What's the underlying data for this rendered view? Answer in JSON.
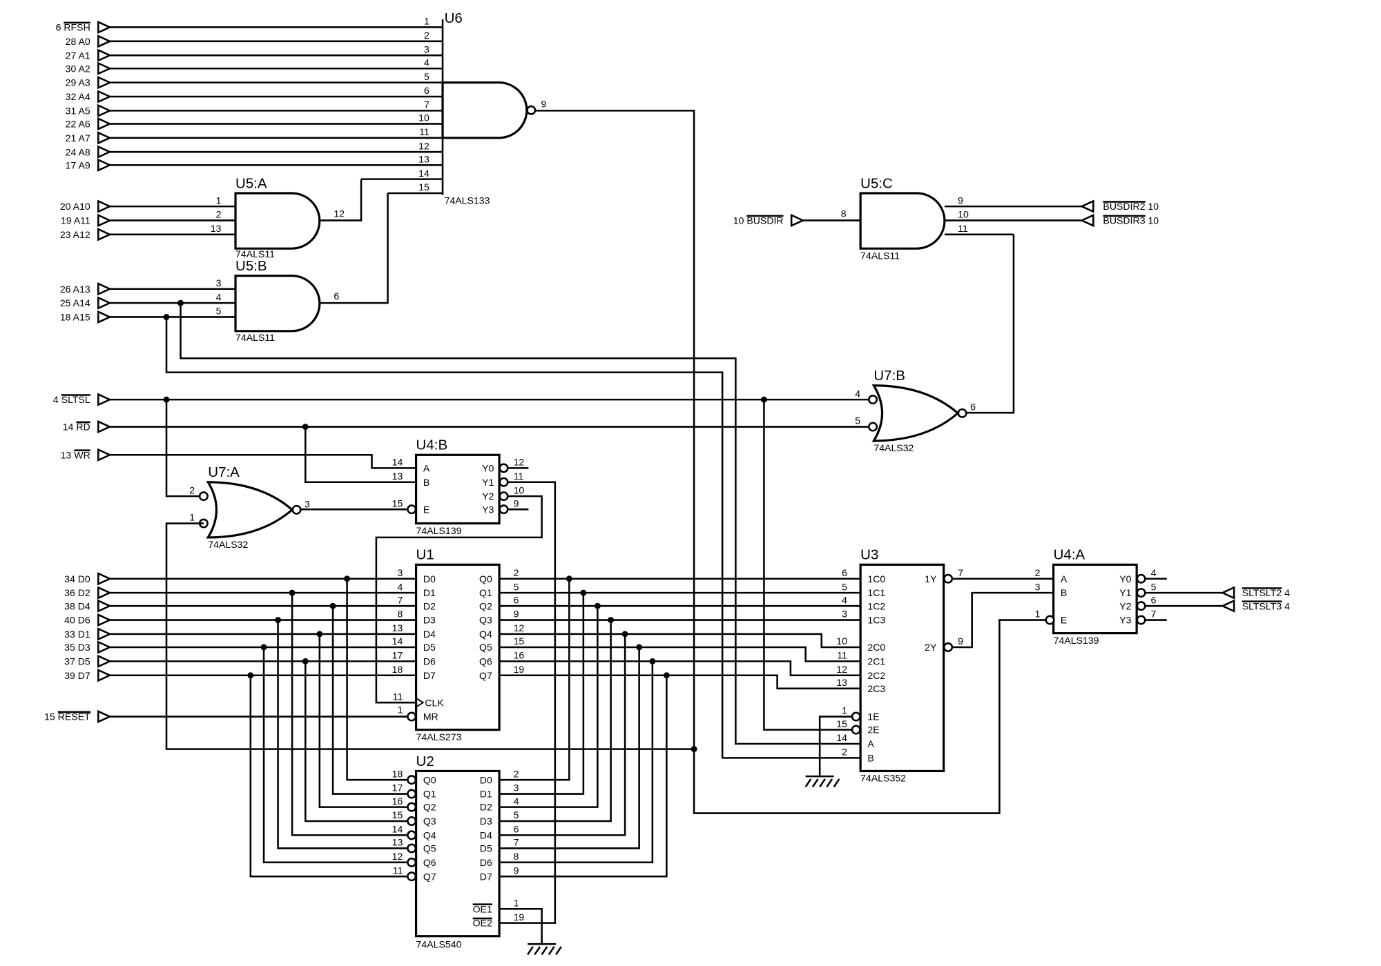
{
  "schematic": {
    "inputs": [
      {
        "pin": "6",
        "name": "RFSH",
        "overbar": true
      },
      {
        "pin": "28",
        "name": "A0",
        "overbar": false
      },
      {
        "pin": "27",
        "name": "A1",
        "overbar": false
      },
      {
        "pin": "30",
        "name": "A2",
        "overbar": false
      },
      {
        "pin": "29",
        "name": "A3",
        "overbar": false
      },
      {
        "pin": "32",
        "name": "A4",
        "overbar": false
      },
      {
        "pin": "31",
        "name": "A5",
        "overbar": false
      },
      {
        "pin": "22",
        "name": "A6",
        "overbar": false
      },
      {
        "pin": "21",
        "name": "A7",
        "overbar": false
      },
      {
        "pin": "24",
        "name": "A8",
        "overbar": false
      },
      {
        "pin": "17",
        "name": "A9",
        "overbar": false
      },
      {
        "pin": "20",
        "name": "A10",
        "overbar": false
      },
      {
        "pin": "19",
        "name": "A11",
        "overbar": false
      },
      {
        "pin": "23",
        "name": "A12",
        "overbar": false
      },
      {
        "pin": "26",
        "name": "A13",
        "overbar": false
      },
      {
        "pin": "25",
        "name": "A14",
        "overbar": false
      },
      {
        "pin": "18",
        "name": "A15",
        "overbar": false
      },
      {
        "pin": "4",
        "name": "SLTSL",
        "overbar": true
      },
      {
        "pin": "14",
        "name": "RD",
        "overbar": true
      },
      {
        "pin": "13",
        "name": "WR",
        "overbar": true
      },
      {
        "pin": "34",
        "name": "D0",
        "overbar": false
      },
      {
        "pin": "36",
        "name": "D2",
        "overbar": false
      },
      {
        "pin": "38",
        "name": "D4",
        "overbar": false
      },
      {
        "pin": "40",
        "name": "D6",
        "overbar": false
      },
      {
        "pin": "33",
        "name": "D1",
        "overbar": false
      },
      {
        "pin": "35",
        "name": "D3",
        "overbar": false
      },
      {
        "pin": "37",
        "name": "D5",
        "overbar": false
      },
      {
        "pin": "39",
        "name": "D7",
        "overbar": false
      },
      {
        "pin": "15",
        "name": "RESET",
        "overbar": true
      }
    ],
    "busdir_in": {
      "pin": "10",
      "name": "BUSDIR"
    },
    "outputs": [
      {
        "name": "BUSDIR2",
        "pin": "10"
      },
      {
        "name": "BUSDIR3",
        "pin": "10"
      },
      {
        "name": "SLTSLT2",
        "pin": "4"
      },
      {
        "name": "SLTSLT3",
        "pin": "4"
      }
    ],
    "u6": {
      "ref": "U6",
      "part": "74ALS133",
      "in_pins": [
        "1",
        "2",
        "3",
        "4",
        "5",
        "6",
        "7",
        "10",
        "11",
        "12",
        "13",
        "14",
        "15"
      ],
      "out_pin": "9"
    },
    "u5a": {
      "ref": "U5:A",
      "part": "74ALS11",
      "in_pins": [
        "1",
        "2",
        "13"
      ],
      "out_pin": "12"
    },
    "u5b": {
      "ref": "U5:B",
      "part": "74ALS11",
      "in_pins": [
        "3",
        "4",
        "5"
      ],
      "out_pin": "6"
    },
    "u5c": {
      "ref": "U5:C",
      "part": "74ALS11",
      "in_pins": [
        "8",
        "9",
        "10",
        "11"
      ]
    },
    "u7b": {
      "ref": "U7:B",
      "part": "74ALS32",
      "in_pins": [
        "4",
        "5"
      ],
      "out_pin": "6"
    },
    "u7a": {
      "ref": "U7:A",
      "part": "74ALS32",
      "in_pins": [
        "2",
        "1"
      ],
      "out_pin": "3"
    },
    "u4b": {
      "ref": "U4:B",
      "part": "74ALS139",
      "left": [
        {
          "pin": "14",
          "label": "A"
        },
        {
          "pin": "13",
          "label": "B"
        },
        {
          "pin": "15",
          "label": "E"
        }
      ],
      "right": [
        {
          "pin": "12",
          "label": "Y0"
        },
        {
          "pin": "11",
          "label": "Y1"
        },
        {
          "pin": "10",
          "label": "Y2"
        },
        {
          "pin": "9",
          "label": "Y3"
        }
      ]
    },
    "u1": {
      "ref": "U1",
      "part": "74ALS273",
      "left": [
        {
          "pin": "3",
          "label": "D0"
        },
        {
          "pin": "4",
          "label": "D1"
        },
        {
          "pin": "7",
          "label": "D2"
        },
        {
          "pin": "8",
          "label": "D3"
        },
        {
          "pin": "13",
          "label": "D4"
        },
        {
          "pin": "14",
          "label": "D5"
        },
        {
          "pin": "17",
          "label": "D6"
        },
        {
          "pin": "18",
          "label": "D7"
        }
      ],
      "clk": {
        "pin": "11",
        "label": "CLK"
      },
      "mr": {
        "pin": "1",
        "label": "MR"
      },
      "right": [
        {
          "pin": "2",
          "label": "Q0"
        },
        {
          "pin": "5",
          "label": "Q1"
        },
        {
          "pin": "6",
          "label": "Q2"
        },
        {
          "pin": "9",
          "label": "Q3"
        },
        {
          "pin": "12",
          "label": "Q4"
        },
        {
          "pin": "15",
          "label": "Q5"
        },
        {
          "pin": "16",
          "label": "Q6"
        },
        {
          "pin": "19",
          "label": "Q7"
        }
      ]
    },
    "u2": {
      "ref": "U2",
      "part": "74ALS540",
      "left": [
        {
          "pin": "18",
          "label": "Q0"
        },
        {
          "pin": "17",
          "label": "Q1"
        },
        {
          "pin": "16",
          "label": "Q2"
        },
        {
          "pin": "15",
          "label": "Q3"
        },
        {
          "pin": "14",
          "label": "Q4"
        },
        {
          "pin": "13",
          "label": "Q5"
        },
        {
          "pin": "12",
          "label": "Q6"
        },
        {
          "pin": "11",
          "label": "Q7"
        }
      ],
      "right": [
        {
          "pin": "2",
          "label": "D0"
        },
        {
          "pin": "3",
          "label": "D1"
        },
        {
          "pin": "4",
          "label": "D2"
        },
        {
          "pin": "5",
          "label": "D3"
        },
        {
          "pin": "6",
          "label": "D4"
        },
        {
          "pin": "7",
          "label": "D5"
        },
        {
          "pin": "8",
          "label": "D6"
        },
        {
          "pin": "9",
          "label": "D7"
        }
      ],
      "oe": [
        {
          "pin": "1",
          "label": "OE1"
        },
        {
          "pin": "19",
          "label": "OE2"
        }
      ]
    },
    "u3": {
      "ref": "U3",
      "part": "74ALS352",
      "left": [
        {
          "pin": "6",
          "label": "1C0"
        },
        {
          "pin": "5",
          "label": "1C1"
        },
        {
          "pin": "4",
          "label": "1C2"
        },
        {
          "pin": "3",
          "label": "1C3"
        },
        {
          "pin": "10",
          "label": "2C0"
        },
        {
          "pin": "11",
          "label": "2C1"
        },
        {
          "pin": "12",
          "label": "2C2"
        },
        {
          "pin": "13",
          "label": "2C3"
        }
      ],
      "ctrl": [
        {
          "pin": "1",
          "label": "1E"
        },
        {
          "pin": "15",
          "label": "2E"
        },
        {
          "pin": "14",
          "label": "A"
        },
        {
          "pin": "2",
          "label": "B"
        }
      ],
      "right": [
        {
          "pin": "7",
          "label": "1Y"
        },
        {
          "pin": "9",
          "label": "2Y"
        }
      ]
    },
    "u4a": {
      "ref": "U4:A",
      "part": "74ALS139",
      "left": [
        {
          "pin": "2",
          "label": "A"
        },
        {
          "pin": "3",
          "label": "B"
        },
        {
          "pin": "1",
          "label": "E"
        }
      ],
      "right": [
        {
          "pin": "4",
          "label": "Y0"
        },
        {
          "pin": "5",
          "label": "Y1"
        },
        {
          "pin": "6",
          "label": "Y2"
        },
        {
          "pin": "7",
          "label": "Y3"
        }
      ]
    }
  }
}
